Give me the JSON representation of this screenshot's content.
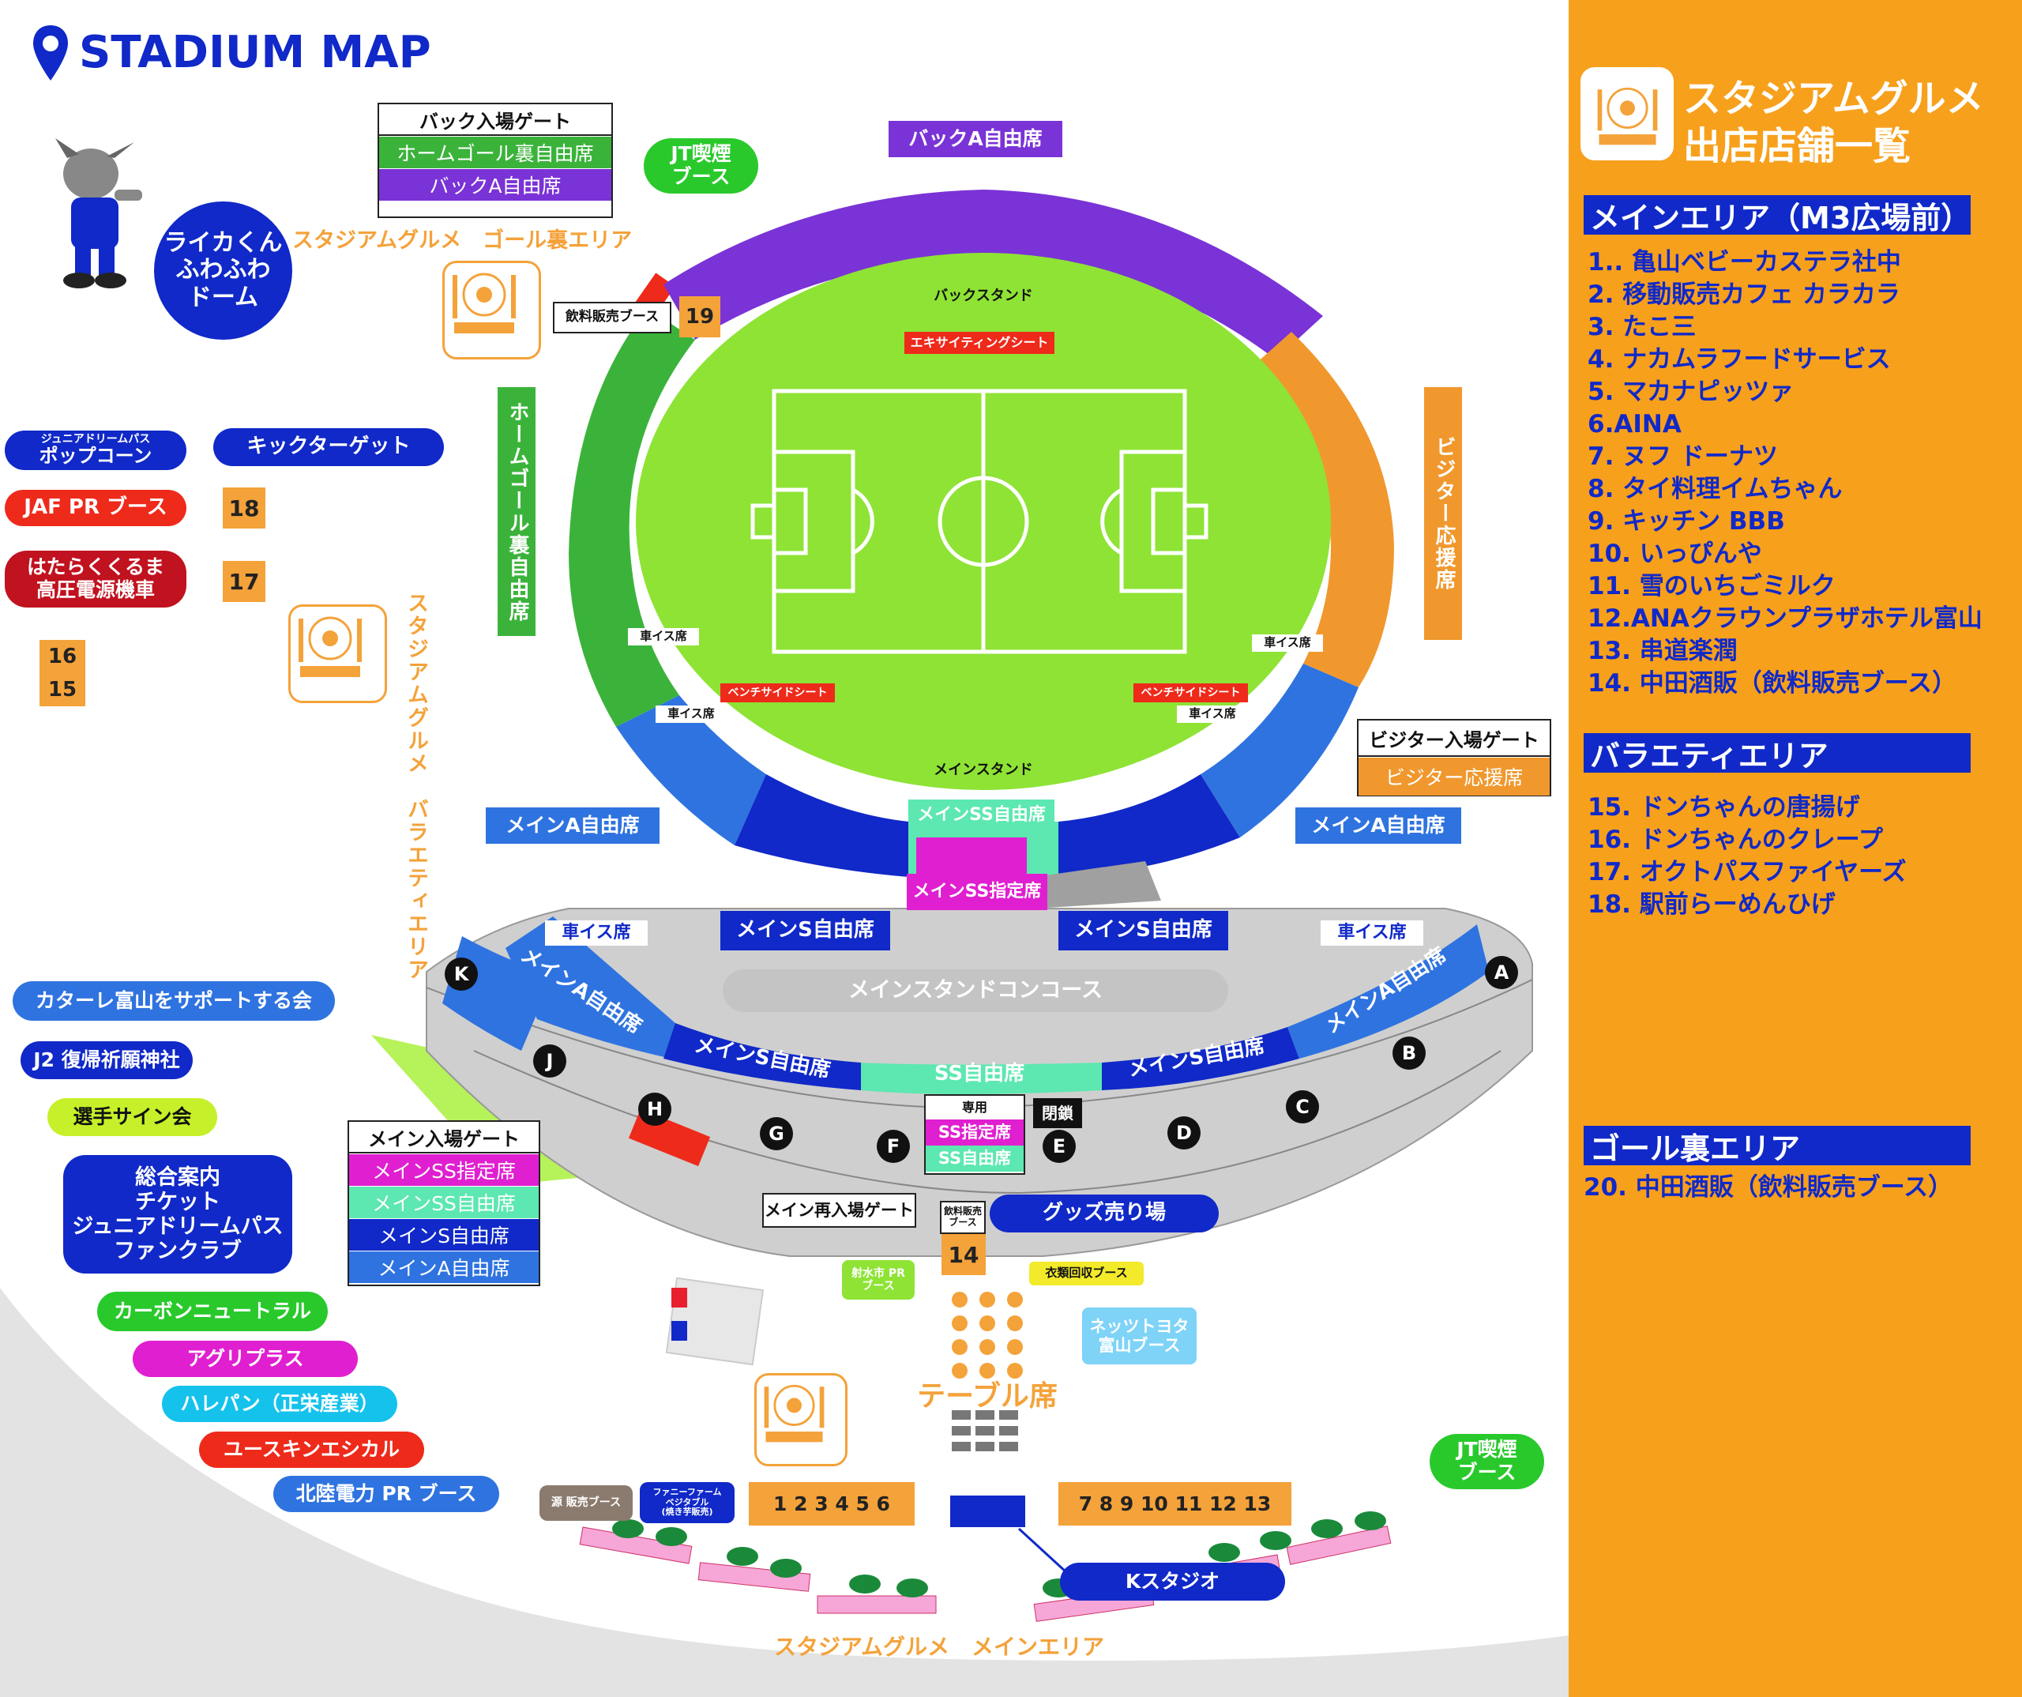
{
  "map_title": "STADIUM MAP",
  "colors": {
    "blue": "#1029c8",
    "mid_blue": "#2f73e0",
    "purple": "#7a33d6",
    "green": "#3bb33b",
    "orange": "#f4a23a",
    "red": "#ee2a1b",
    "pitch": "#8ee335",
    "magenta": "#e01fd0",
    "mint": "#5ce8b0",
    "sidebar_bg": "#f7a01c"
  },
  "icons": [
    "location-pin-icon",
    "gourmet-logo-icon",
    "wheelchair-icon",
    "restroom-icon",
    "mascot-figure"
  ],
  "stadium": {
    "back_stand": "バックスタンド",
    "main_stand": "メインスタンド",
    "exciting_seat": "エキサイティングシート",
    "bench_side_seat_left": "ベンチサイドシート",
    "bench_side_seat_right": "ベンチサイドシート",
    "back_a_free": "バックA自由席",
    "home_goal_free": "ホームゴール裏自由席",
    "visitor_support": "ビジター応援席",
    "main_a_free_left": "メインA自由席",
    "main_a_free_right": "メインA自由席",
    "main_ss_free": "メインSS自由席",
    "main_ss_reserved": "メインSS指定席",
    "main_s_free_left": "メインS自由席",
    "main_s_free_right": "メインS自由席",
    "concourse": "メインスタンドコンコース",
    "wheelchair": [
      "車イス席",
      "車イス席",
      "車イス席",
      "車イス席",
      "車イス席",
      "車イス席"
    ],
    "lower": {
      "main_a_left": "メインA自由席",
      "main_s_left": "メインS自由席",
      "ss_free": "SS自由席",
      "main_s_right": "メインS自由席",
      "main_a_right": "メインA自由席",
      "dedicated": "専用",
      "ss_reserved": "SS指定席",
      "ss_free_small": "SS自由席",
      "closed": "閉鎖"
    },
    "gate_letters": [
      "A",
      "B",
      "C",
      "D",
      "E",
      "F",
      "G",
      "H",
      "J",
      "K"
    ]
  },
  "gates": {
    "back": {
      "title": "バック入場ゲート",
      "rows": [
        "ホームゴール裏自由席",
        "バックA自由席"
      ]
    },
    "visitor": {
      "title": "ビジター入場ゲート",
      "rows": [
        "ビジター応援席"
      ]
    },
    "main": {
      "title": "メイン入場ゲート",
      "rows": [
        "メインSS指定席",
        "メインSS自由席",
        "メインS自由席",
        "メインA自由席"
      ]
    },
    "main_reentry": "メイン再入場ゲート"
  },
  "booths": {
    "jt_smoking_top": "JT喫煙\nブース",
    "jt_smoking_bottom": "JT喫煙\nブース",
    "raika_dome": "ライカくん\nふわふわ\nドーム",
    "goal_area_label": "スタジアムグルメ　ゴール裏エリア",
    "variety_area_label": "スタジアムグルメ　バラエティエリア",
    "main_area_label": "スタジアムグルメ　メインエリア",
    "drink_booth_top": "飲料販売ブース",
    "junior_popcorn_small": "ジュニアドリームパス",
    "junior_popcorn": "ポップコーン",
    "kick_target": "キックターゲット",
    "jaf": "JAF PR ブース",
    "hataraku": "はたらくくるま\n高圧電源機車",
    "support_kai": "カターレ富山をサポートする会",
    "j2_shrine": "J2 復帰祈願神社",
    "player_sign": "選手サイン会",
    "info": "総合案内\nチケット\nジュニアドリームパス\nファンクラブ",
    "carbon": "カーボンニュートラル",
    "agri": "アグリプラス",
    "harepan": "ハレパン（正栄産業）",
    "youth": "ユースキンエシカル",
    "hokuriku": "北陸電力 PR ブース",
    "goods": "グッズ売り場",
    "drink_booth_small": "飲料販売\nブース",
    "imizu_pr": "射水市 PR\nブース",
    "clothing": "衣類回収ブース",
    "netz": "ネッツトヨタ\n富山ブース",
    "table_seat": "テーブル席",
    "gen_sales": "源 販売ブース",
    "funny_farm": "ファニーファーム\nベジタブル\n(焼き芋販売)",
    "k_studio": "Kスタジオ",
    "stalls_left": "1 2 3 4 5 6",
    "stalls_right": "7 8 9 10 11 12 13"
  },
  "numbers": {
    "n19": "19",
    "n18": "18",
    "n17": "17",
    "n16": "16",
    "n15": "15",
    "n14": "14"
  },
  "sidebar": {
    "title_line1": "スタジアムグルメ",
    "title_line2": "出店店舗一覧",
    "main_area": {
      "header": "メインエリア（M3広場前）",
      "items": [
        "1.. 亀山ベビーカステラ社中",
        "2. 移動販売カフェ カラカラ",
        "3. たこ三",
        "4. ナカムラフードサービス",
        "5. マカナピッツァ",
        "6.AINA",
        "7. ヌフ ドーナツ",
        "8. タイ料理イムちゃん",
        "9. キッチン BBB",
        "10. いっぴんや",
        "11. 雪のいちごミルク",
        "12.ANAクラウンプラザホテル富山",
        "13. 串道楽潤",
        "14. 中田酒販（飲料販売ブース）"
      ]
    },
    "variety_area": {
      "header": "バラエティエリア",
      "items": [
        "15. ドンちゃんの唐揚げ",
        "16. ドンちゃんのクレープ",
        "17. オクトパスファイヤーズ",
        "18. 駅前らーめんひげ"
      ]
    },
    "goal_area": {
      "header": "ゴール裏エリア",
      "items": [
        "20. 中田酒販（飲料販売ブース）"
      ]
    }
  }
}
